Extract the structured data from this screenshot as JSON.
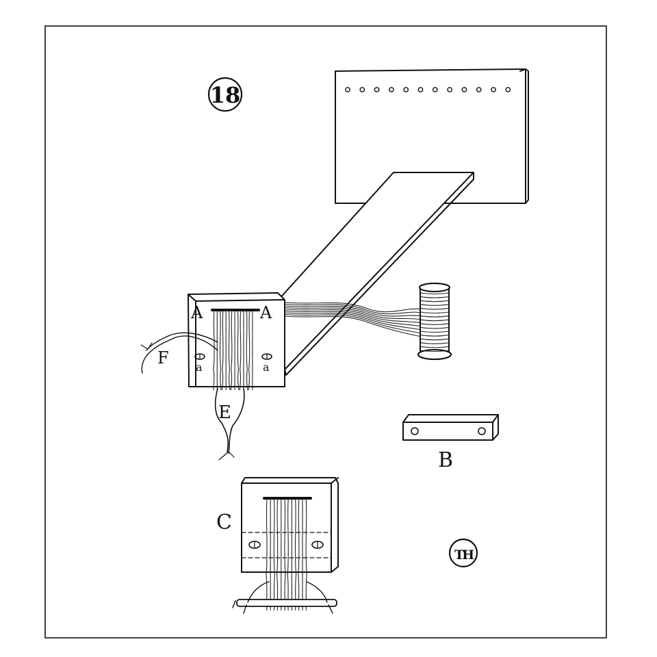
{
  "figure_number": "18",
  "labels": {
    "a_left": "A",
    "a_right": "A",
    "b": "B",
    "c": "C",
    "e": "E",
    "f": "F",
    "small_a_left": "a",
    "small_a_right": "a"
  },
  "monogram": "TH",
  "colors": {
    "ink": "#111111",
    "paper": "#ffffff"
  }
}
